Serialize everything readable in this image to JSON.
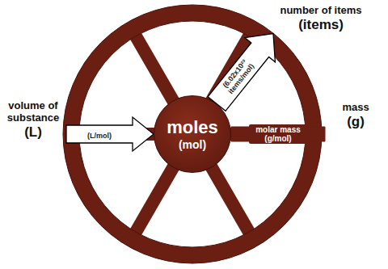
{
  "diagram": {
    "nodes": [
      {
        "text": [
          "number of items",
          "(items)"
        ]
      },
      {
        "text": [
          "volume of substance",
          "(L)"
        ]
      },
      {
        "text": [
          "moles",
          "(mol)"
        ]
      },
      {
        "text": [
          "mass",
          "(g)"
        ]
      }
    ],
    "edges": [
      {
        "from": 1,
        "to": 2,
        "label": "(L/mol)",
        "arrow": "to"
      },
      {
        "from": 2,
        "to": 0,
        "label": "(6.02x10²³ items/mol)",
        "arrow": "to"
      },
      {
        "from": 2,
        "to": 3,
        "label": "molar mass (g/mol)",
        "arrow": "none"
      }
    ]
  }
}
